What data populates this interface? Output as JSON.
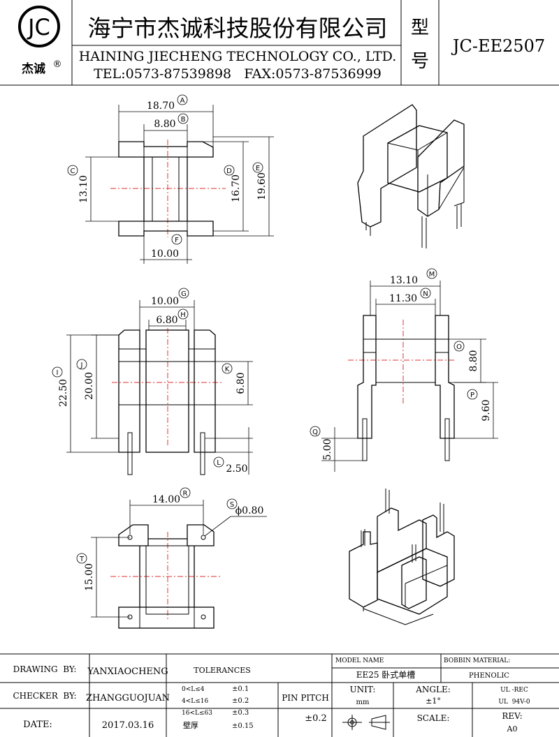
{
  "header": {
    "logo_text": "JC",
    "logo_cn": "杰诚",
    "logo_reg": "®",
    "company_cn": "海宁市杰诚科技股份有限公司",
    "company_en": "HAINING JIECHENG TECHNOLOGY CO., LTD.",
    "tel_fax": "TEL:0573-87539898   FAX:0573-87536999",
    "model_label_1": "型",
    "model_label_2": "号",
    "model_value": "JC-EE2507"
  },
  "dimensions": {
    "top_view": {
      "A": "18.70",
      "B": "8.80",
      "C": "13.10",
      "D": "16.70",
      "E": "19.60",
      "F": "10.00"
    },
    "front_view": {
      "G": "10.00",
      "H": "6.80",
      "I": "22.50",
      "J": "20.00",
      "K": "6.80",
      "L": "2.50"
    },
    "side_view": {
      "M": "13.10",
      "N": "11.30",
      "O": "8.80",
      "P": "9.60",
      "Q": "5.00"
    },
    "bottom_view": {
      "R": "14.00",
      "S": "ϕ0.80",
      "T": "15.00"
    }
  },
  "title_block": {
    "drawing_by_label": "DRAWING  BY:",
    "drawing_by_value": "YANXIAOCHENG",
    "checker_by_label": "CHECKER  BY:",
    "checker_by_value": "ZHANGGUOJUAN",
    "date_label": "DATE:",
    "date_value": "2017.03.16",
    "tolerances_label": "TOLERANCES",
    "tol_rows": [
      {
        "range": "0<L≤4",
        "value": "±0.1"
      },
      {
        "range": "4<L≤16",
        "value": "±0.2"
      },
      {
        "range": "16<L≤63",
        "value": "±0.3"
      },
      {
        "range": "壁厚",
        "value": "±0.15"
      }
    ],
    "pin_pitch_label": "PIN PITCH",
    "pin_pitch_value": "±0.2",
    "model_name_label": "MODEL NAME",
    "model_name_value": "EE25 卧式单槽",
    "bobbin_material_label": "BOBBIN MATERIAL:",
    "bobbin_material_value": "PHENOLIC",
    "unit_label": "UNIT:",
    "unit_value": "mm",
    "angle_label": "ANGLE:",
    "angle_value": "±1°",
    "ul_1": "UL -REC",
    "ul_2": "UL  94V-0",
    "scale_label": "SCALE:",
    "rev_label": "REV:",
    "rev_value": "A0"
  }
}
